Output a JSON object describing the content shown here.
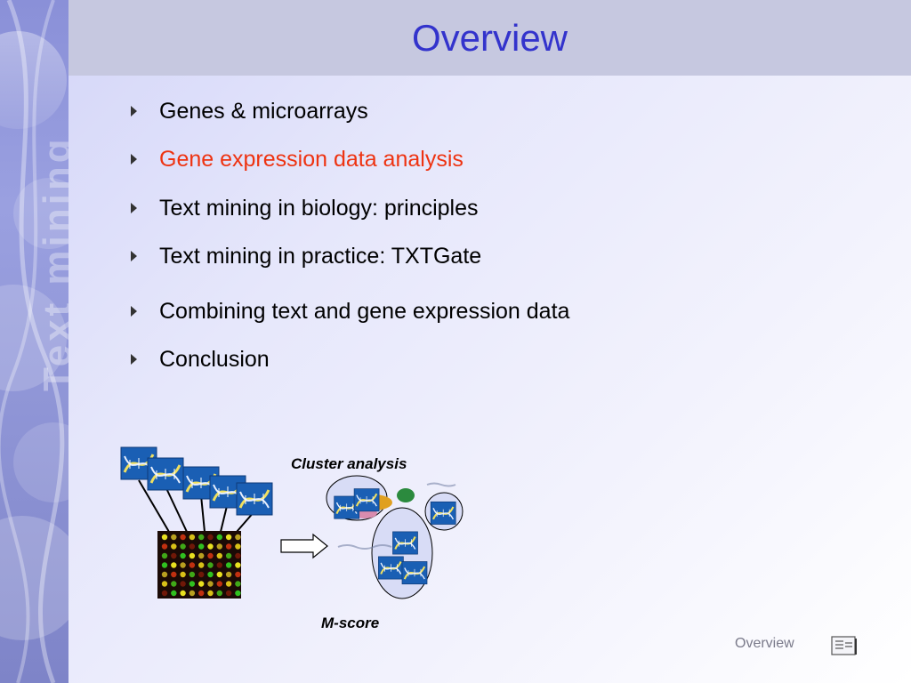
{
  "sidebar": {
    "watermark_text": "Text mining"
  },
  "title": "Overview",
  "bullets": [
    {
      "label": "Genes & microarrays",
      "active": false
    },
    {
      "label": "Gene expression data analysis",
      "active": true
    },
    {
      "label": "Text mining in biology: principles",
      "active": false
    },
    {
      "label": "Text mining in practice: TXTGate",
      "active": false
    },
    {
      "label": "Combining text and gene expression data",
      "active": false
    },
    {
      "label": "Conclusion",
      "active": false
    }
  ],
  "figure": {
    "cluster_caption": "Cluster analysis",
    "mscore_caption": "M-score"
  },
  "footer": {
    "section_label": "Overview",
    "nav_icon": "slide-list-icon"
  },
  "colors": {
    "title": "#3333cc",
    "active_bullet": "#ee3311",
    "title_bar": "#c6c8e0"
  }
}
